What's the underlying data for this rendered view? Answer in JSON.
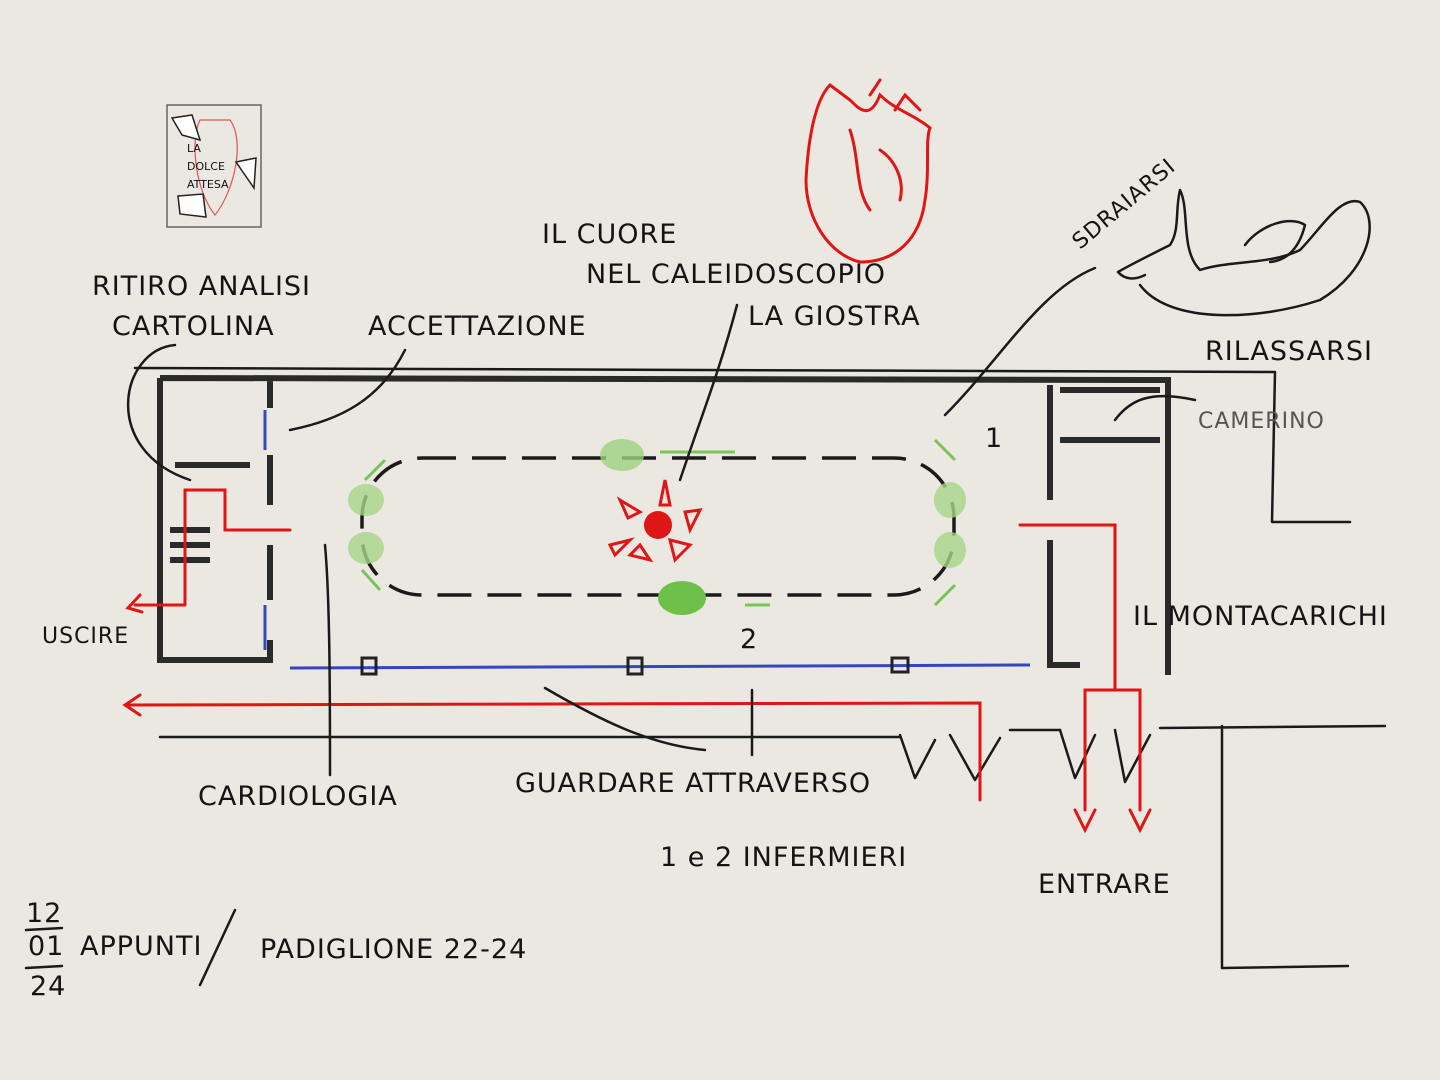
{
  "logo": {
    "text": "LA DOLCE ATTESA"
  },
  "labels": {
    "ritiro_analisi": "RITIRO ANALISI",
    "cartolina": "CARTOLINA",
    "accettazione": "ACCETTAZIONE",
    "il_cuore": "IL CUORE",
    "nel_caleidoscopio": "NEL CALEIDOSCOPIO",
    "la_giostra": "LA GIOSTRA",
    "sdraiarsi": "SDRAIARSI",
    "rilassarsi": "RILASSARSI",
    "camerino": "CAMERINO",
    "nurse_1": "1",
    "nurse_2": "2",
    "uscire": "USCIRE",
    "montacarichi": "IL MONTACARICHI",
    "cardiologia": "CARDIOLOGIA",
    "guardare_attraverso": "GUARDARE ATTRAVERSO",
    "infermieri": "1 e 2 INFERMIERI",
    "entrare": "ENTRARE"
  },
  "footer": {
    "date_day": "12",
    "date_month": "01",
    "date_year": "24",
    "appunti": "APPUNTI",
    "padiglione": "PADIGLIONE 22-24"
  },
  "colors": {
    "paper": "#ebe8e2",
    "ink": "#1a1a1a",
    "path": "#e01616",
    "glass": "#3446c0",
    "carousel": "#7cc25a"
  }
}
